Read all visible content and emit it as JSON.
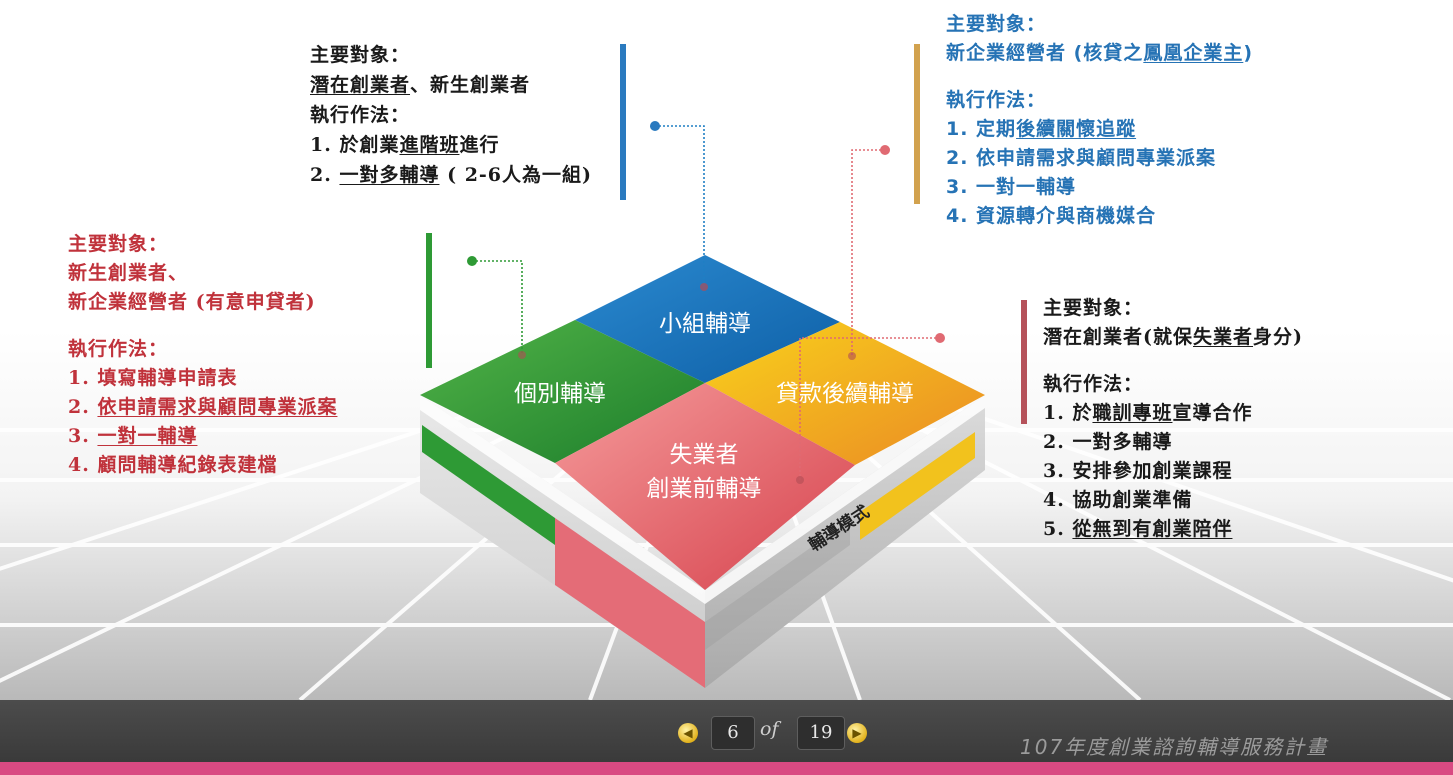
{
  "diagram": {
    "center_label": "輔導模式",
    "quadrants": {
      "top": "小組輔導",
      "left": "個別輔導",
      "right": "貸款後續輔導",
      "bottom_line1": "失業者",
      "bottom_line2": "創業前輔導"
    }
  },
  "blocks": {
    "group": {
      "target_label": "主要對象：",
      "target_a": "潛在創業者",
      "target_b": "、新生創業者",
      "method_label": "執行作法：",
      "m1_a": "1. 於創業",
      "m1_b": "進階班",
      "m1_c": "進行",
      "m2_a": "2. ",
      "m2_b": "一對多輔導",
      "m2_c": " ( 2-6人為一組)"
    },
    "individual": {
      "target_label": "主要對象：",
      "target_1": "新生創業者、",
      "target_2": "新企業經營者 (有意申貸者)",
      "method_label": "執行作法：",
      "m1": "1. 填寫輔導申請表",
      "m2_a": "2. ",
      "m2_b": "依申請需求與顧問專業派案",
      "m3_a": "3. ",
      "m3_b": "一對一輔導",
      "m4": "4. 顧問輔導紀錄表建檔"
    },
    "loan": {
      "target_label": "主要對象：",
      "target_a": "新企業經營者 (核貸之",
      "target_b": "鳳凰企業主",
      "target_c": ")",
      "method_label": "執行作法：",
      "m1_a": "1. 定期",
      "m1_b": "後續關懷追蹤",
      "m2": "2. 依申請需求與顧問專業派案",
      "m3": "3. 一對一輔導",
      "m4": "4. 資源轉介與商機媒合"
    },
    "unemployed": {
      "target_label": "主要對象：",
      "target_a": "潛在創業者(就保",
      "target_b": "失業者",
      "target_c": "身分)",
      "method_label": "執行作法：",
      "m1_a": "1. 於",
      "m1_b": "職訓專班",
      "m1_c": "宣導合作",
      "m2": "2. 一對多輔導",
      "m3": "3. 安排參加創業課程",
      "m4": "4. 協助創業準備",
      "m5_a": "5. ",
      "m5_b": "從無到有創業陪伴"
    }
  },
  "footer": {
    "current_page": "6",
    "of_label": "of",
    "total_pages": "19",
    "plan_title": "107年度創業諮詢輔導服務計畫",
    "prev_icon": "chevron-left",
    "next_icon": "chevron-right"
  },
  "colors": {
    "blue": "#1f7fc4",
    "green": "#2e9a35",
    "orange": "#f2a51d",
    "red": "#e06a72",
    "footer": "#444444",
    "pink": "#d94a82"
  }
}
